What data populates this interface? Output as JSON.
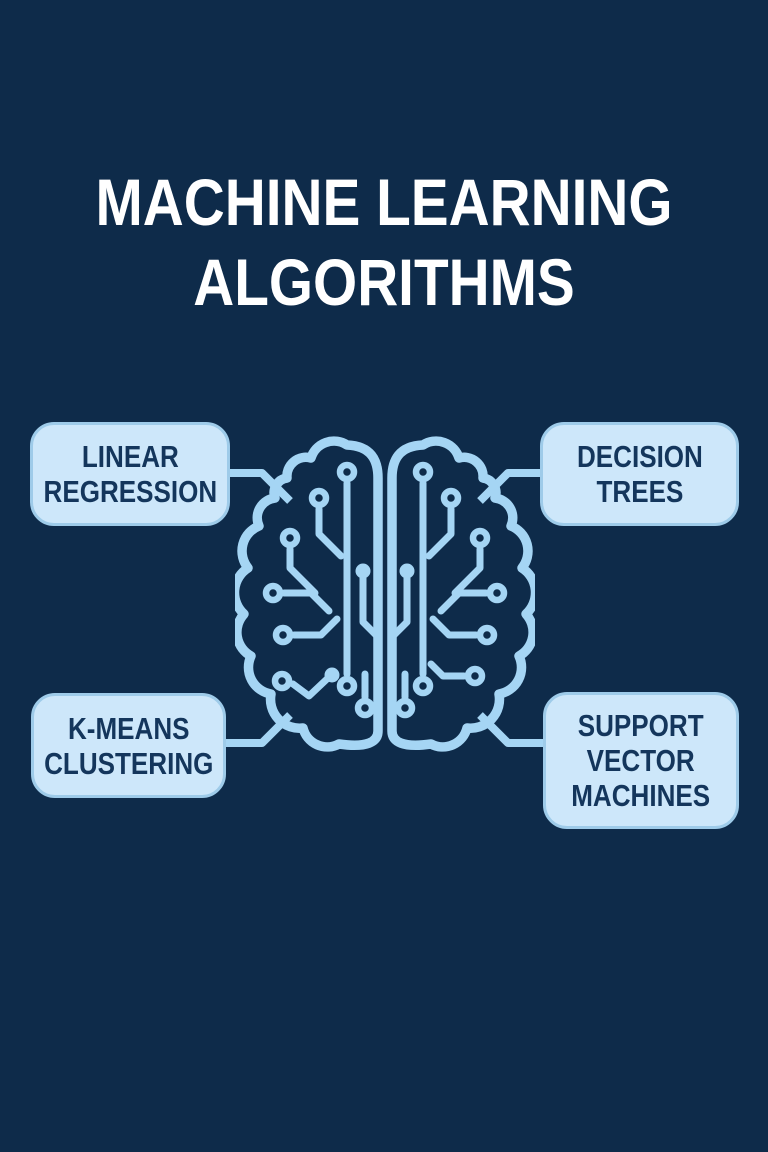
{
  "title": {
    "line1": "MACHINE LEARNING",
    "line2": "ALGORITHMS"
  },
  "boxes": [
    {
      "name": "linear-regression",
      "lines": [
        "LINEAR",
        "REGRESSION"
      ]
    },
    {
      "name": "decision-trees",
      "lines": [
        "DECISION",
        "TREES"
      ]
    },
    {
      "name": "k-means-clustering",
      "lines": [
        "K-MEANS",
        "CLUSTERING"
      ]
    },
    {
      "name": "support-vector-machines",
      "lines": [
        "SUPPORT",
        "VECTOR",
        "MACHINES"
      ]
    }
  ],
  "icons": {
    "center": "circuit-brain-icon"
  },
  "colors": {
    "background": "#0e2b4a",
    "accent_light_blue": "#a5d5f4",
    "box_fill": "#cde7fa",
    "box_border": "#9ecbe9",
    "box_text": "#14365c",
    "title_text": "#ffffff"
  }
}
